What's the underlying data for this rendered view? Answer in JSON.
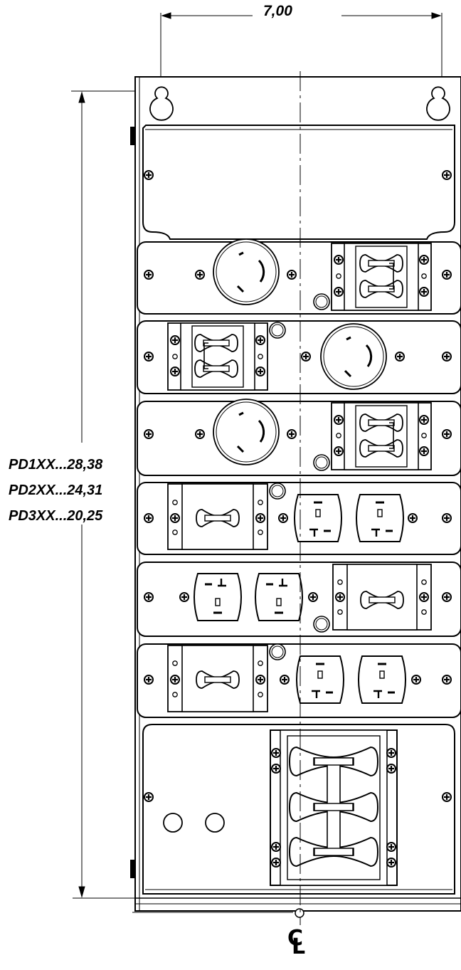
{
  "dimensions": {
    "width": "7,00",
    "heights": [
      "PD1XX...28,38",
      "PD2XX...24,31",
      "PD3XX...20,25"
    ]
  },
  "centerline": {
    "c": "C",
    "l": "L"
  },
  "panels": [
    "blank-cover-panel",
    "twist-lock-receptacle-and-double-breaker",
    "double-breaker-and-twist-lock-receptacle",
    "twist-lock-receptacle-and-double-breaker",
    "single-breaker-and-duplex-receptacle",
    "duplex-receptacle-and-single-breaker",
    "single-breaker-and-duplex-receptacle",
    "main-triple-breaker-panel"
  ],
  "colors": {
    "line": "#000000",
    "paper": "#ffffff",
    "lens": "#cfcfcf"
  }
}
